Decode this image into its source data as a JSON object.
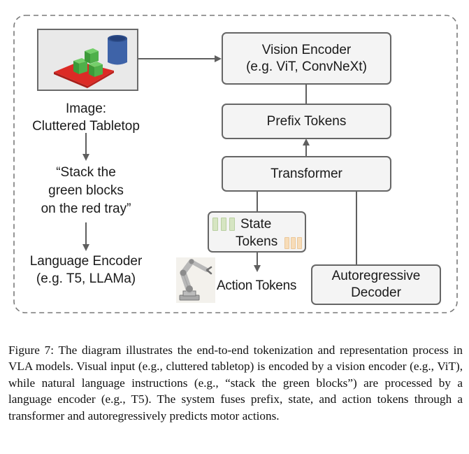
{
  "figure": {
    "input_image": {
      "alt": "Cluttered tabletop scene: three green blocks on a red tray next to a blue cup",
      "label_line1": "Image:",
      "label_line2": "Cluttered Tabletop"
    },
    "instruction": {
      "line1": "“Stack the",
      "line2": "green blocks",
      "line3": "on the red tray”"
    },
    "language_encoder": {
      "line1": "Language Encoder",
      "line2": "(e.g. T5, LLAMa)"
    },
    "vision_encoder": {
      "line1": "Vision Encoder",
      "line2": "(e.g. ViT, ConvNeXt)"
    },
    "prefix_tokens": {
      "label": "Prefix Tokens"
    },
    "transformer": {
      "label": "Transformer"
    },
    "state_tokens": {
      "line1": "State",
      "line2": "Tokens"
    },
    "action_tokens": {
      "label": "Action Tokens",
      "icon": "robot-arm-icon"
    },
    "autoregressive_decoder": {
      "line1": "Autoregressive",
      "line2": "Decoder"
    },
    "colors": {
      "box_border": "#666666",
      "box_fill": "#f4f4f4",
      "arrow": "#5f5f5f",
      "dashed_border": "#777777",
      "state_token_green": "#d6e5c2",
      "state_token_orange": "#f7dcb8",
      "tray_red": "#dc2b26",
      "block_green": "#4caf48",
      "cup_blue": "#3e63a8"
    }
  },
  "caption": {
    "text": "Figure 7: The diagram illustrates the end-to-end tokenization and representation process in VLA models. Visual input (e.g., cluttered tabletop) is encoded by a vision encoder (e.g., ViT), while natural language instructions (e.g., “stack the green blocks”) are processed by a language encoder (e.g., T5). The system fuses prefix, state, and action tokens through a transformer and autoregressively predicts motor actions."
  }
}
